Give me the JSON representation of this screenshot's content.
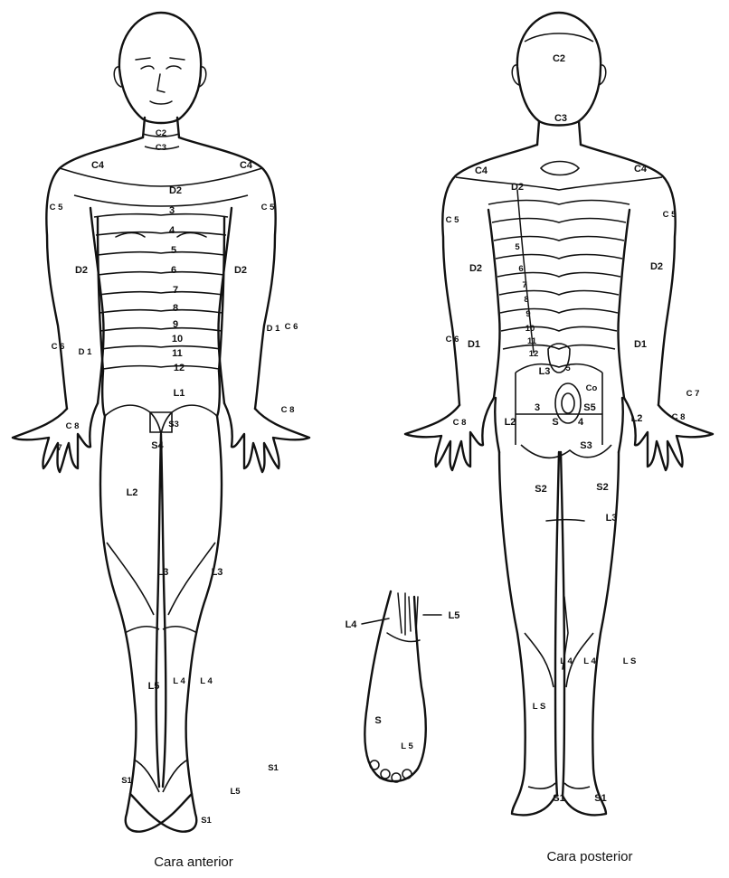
{
  "captions": {
    "anterior": "Cara anterior",
    "posterior": "Cara posterior"
  },
  "anterior_labels": {
    "c2": "C2",
    "c3": "C3",
    "c4_left": "C4",
    "c4_right": "C4",
    "d2_chest": "D2",
    "c5_left": "C 5",
    "c5_right": "C 5",
    "d2_arm_left": "D2",
    "d2_arm_right": "D2",
    "c6_left": "C 6",
    "c6_right": "C 6",
    "d1_left": "D 1",
    "d1_right": "D 1",
    "c8_left": "C 8",
    "c8_right": "C 8",
    "c7_left": "7",
    "seg3": "3",
    "seg4": "4",
    "seg5": "5",
    "seg6": "6",
    "seg7": "7",
    "seg8": "8",
    "seg9": "9",
    "seg10": "10",
    "seg11": "11",
    "seg12": "12",
    "l1": "L1",
    "s3": "S3",
    "s4": "S4",
    "l2": "L2",
    "l3_left": "L3",
    "l3_right": "L3",
    "l5": "L5",
    "l4_left": "L 4",
    "l4_right": "L 4",
    "s1_left": "S1",
    "s1_right": "S1",
    "s1_center": "S1",
    "l5_foot": "L5"
  },
  "foot_labels": {
    "l4": "L4",
    "l5": "L5",
    "s1": "S",
    "l5_side": "L 5"
  },
  "posterior_labels": {
    "c2": "C2",
    "c3": "C3",
    "c4_left": "C4",
    "c4_right": "C4",
    "c5_left": "C 5",
    "c5_right": "C 5",
    "d2": "D2",
    "d2_arm_left": "D2",
    "d2_arm_right": "D2",
    "c6_left": "C 6",
    "c7_right": "C 7",
    "d1_left": "D1",
    "d1_right": "D1",
    "c8_left": "C 8",
    "c8_right": "C 8",
    "t5": "5",
    "t6": "6",
    "t7": "7",
    "t8": "8",
    "t9": "9",
    "t10": "10",
    "t11": "11",
    "t12": "12",
    "l3_back": "L3",
    "l5_back": "5",
    "l2_left": "L2",
    "l2_right": "L2",
    "coccyx": "Co",
    "s5": "S5",
    "s3_left": "3",
    "s_left": "S",
    "s4": "4",
    "s3": "S3",
    "s2_left": "S2",
    "s2_right": "S2",
    "l3_thigh": "L3",
    "l4_left": "L 4",
    "l4_right": "L 4",
    "l5_leg_left": "L S",
    "l5_leg_right": "L S",
    "s1_left": "S1",
    "s1_right": "S1"
  }
}
